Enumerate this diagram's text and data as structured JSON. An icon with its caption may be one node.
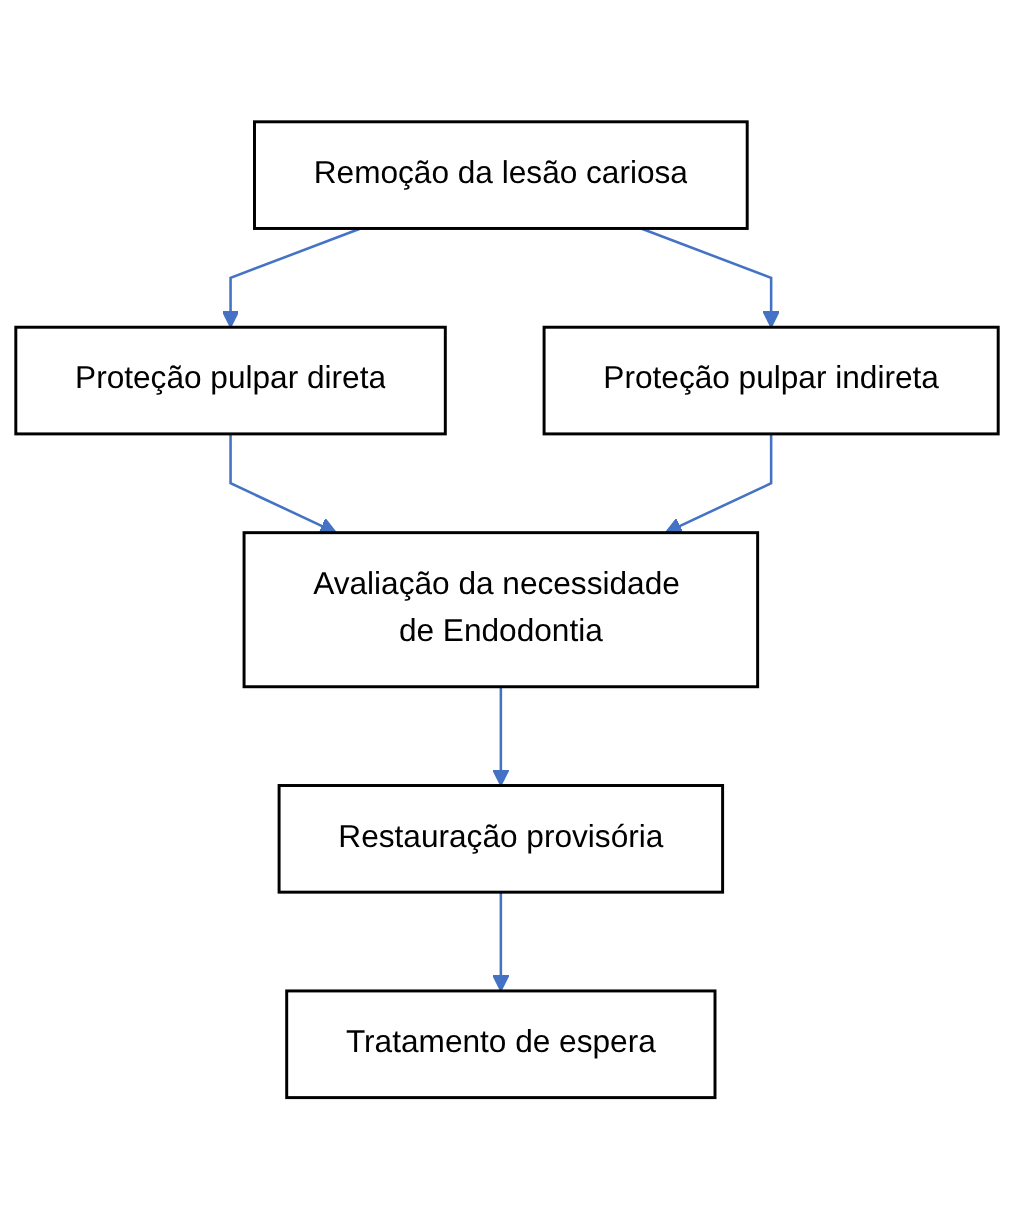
{
  "diagram": {
    "nodes": [
      {
        "text": [
          "Remoção da lesão cariosa"
        ]
      },
      {
        "text": [
          "Proteção pulpar direta"
        ]
      },
      {
        "text": [
          "Proteção pulpar indireta"
        ]
      },
      {
        "text": [
          "Avaliação da necessidade de Endodontia"
        ]
      },
      {
        "text": [
          "Restauração provisória"
        ]
      },
      {
        "text": [
          "Tratamento de espera"
        ]
      }
    ],
    "edges": [
      {
        "from": 0,
        "to": 1,
        "arrow": "to"
      },
      {
        "from": 0,
        "to": 2,
        "arrow": "to"
      },
      {
        "from": 1,
        "to": 3,
        "arrow": "to"
      },
      {
        "from": 2,
        "to": 3,
        "arrow": "to"
      },
      {
        "from": 3,
        "to": 4,
        "arrow": "to"
      },
      {
        "from": 4,
        "to": 5,
        "arrow": "to"
      }
    ]
  }
}
